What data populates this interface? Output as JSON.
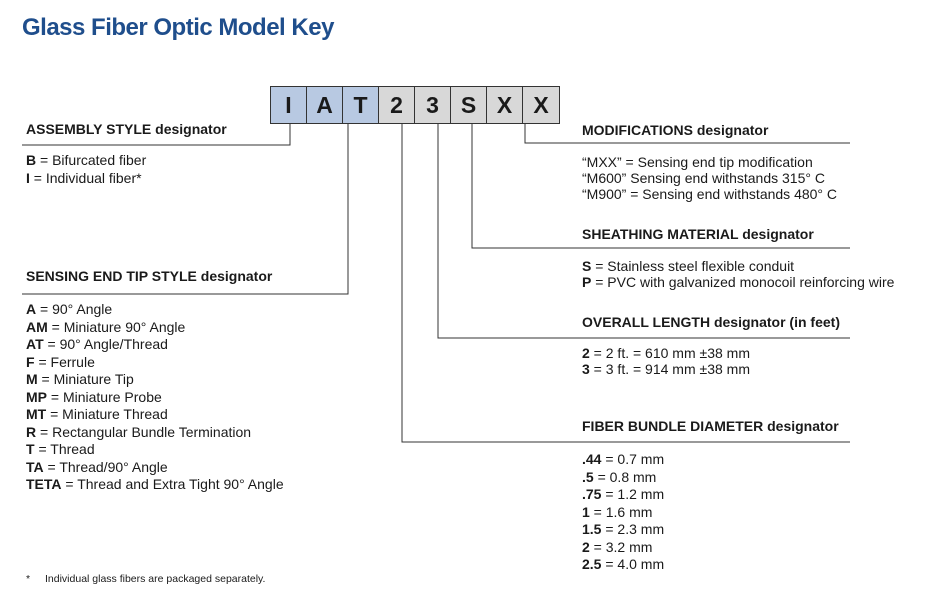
{
  "title": "Glass Fiber Optic Model Key",
  "code_chars": [
    "I",
    "A",
    "T",
    "2",
    "3",
    "S",
    "X",
    "X"
  ],
  "colors": {
    "title": "#1f4e8c",
    "blue_cell": "#b8c9e2",
    "gray_cell": "#d8d8d8"
  },
  "sections": {
    "assembly": {
      "heading": "ASSEMBLY STYLE designator",
      "items": [
        {
          "code": "B",
          "desc": " = Bifurcated fiber"
        },
        {
          "code": "I",
          "desc": " = Individual fiber*"
        }
      ]
    },
    "tip": {
      "heading": "SENSING END TIP STYLE designator",
      "items": [
        {
          "code": "A",
          "desc": " = 90° Angle"
        },
        {
          "code": "AM",
          "desc": " = Miniature 90° Angle"
        },
        {
          "code": "AT",
          "desc": " = 90° Angle/Thread"
        },
        {
          "code": "F",
          "desc": " = Ferrule"
        },
        {
          "code": "M",
          "desc": " = Miniature Tip"
        },
        {
          "code": "MP",
          "desc": " = Miniature Probe"
        },
        {
          "code": "MT",
          "desc": " = Miniature Thread"
        },
        {
          "code": "R",
          "desc": " = Rectangular Bundle Termination"
        },
        {
          "code": "T",
          "desc": " = Thread"
        },
        {
          "code": "TA",
          "desc": " = Thread/90° Angle"
        },
        {
          "code": "TETA",
          "desc": " = Thread and Extra Tight 90° Angle"
        }
      ]
    },
    "modifications": {
      "heading": "MODIFICATIONS designator",
      "items": [
        {
          "code": "",
          "desc": "“MXX” = Sensing end tip modification"
        },
        {
          "code": "",
          "desc": "“M600” Sensing end withstands 315° C"
        },
        {
          "code": "",
          "desc": "“M900” = Sensing end withstands 480° C"
        }
      ]
    },
    "sheathing": {
      "heading": "SHEATHING MATERIAL designator",
      "items": [
        {
          "code": "S",
          "desc": " = Stainless steel flexible conduit"
        },
        {
          "code": "P",
          "desc": " = PVC with galvanized monocoil reinforcing wire"
        }
      ]
    },
    "length": {
      "heading": "OVERALL LENGTH designator (in feet)",
      "items": [
        {
          "code": "2",
          "desc": " = 2 ft. = 610 mm ±38 mm"
        },
        {
          "code": "3",
          "desc": " = 3 ft. = 914 mm ±38 mm"
        }
      ]
    },
    "bundle": {
      "heading": "FIBER BUNDLE DIAMETER designator",
      "items": [
        {
          "code": ".44",
          "desc": " = 0.7 mm"
        },
        {
          "code": ".5",
          "desc": " = 0.8 mm"
        },
        {
          "code": ".75",
          "desc": " = 1.2 mm"
        },
        {
          "code": "1",
          "desc": " = 1.6 mm"
        },
        {
          "code": "1.5",
          "desc": " = 2.3 mm"
        },
        {
          "code": "2",
          "desc": " = 3.2 mm"
        },
        {
          "code": "2.5",
          "desc": " = 4.0 mm"
        }
      ]
    }
  },
  "footnote": {
    "star": "*",
    "text": "Individual glass fibers are packaged separately."
  }
}
